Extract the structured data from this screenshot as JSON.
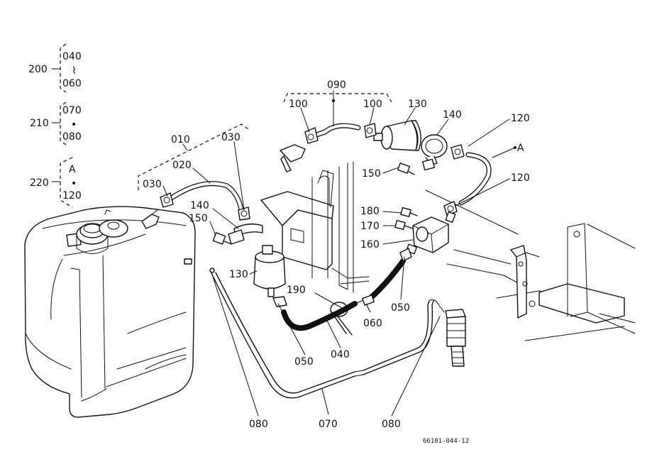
{
  "callouts": {
    "c040": "040",
    "c060": "060",
    "c070": "070",
    "c080": "080",
    "cA": "A",
    "c120": "120",
    "c200": "200",
    "c210": "210",
    "c220": "220",
    "tilde": "⌇",
    "dot": "•",
    "p090": "090",
    "p100a": "100",
    "p100b": "100",
    "p130a": "130",
    "p140a": "140",
    "p120a": "120",
    "pA": "A",
    "p150a": "150",
    "p120b": "120",
    "p180": "180",
    "p170": "170",
    "p160": "160",
    "p010": "010",
    "p030a": "030",
    "p020": "020",
    "p030b": "030",
    "p140b": "140",
    "p150b": "150",
    "p130b": "130",
    "p190": "190",
    "p050a": "050",
    "p060": "060",
    "p050b": "050",
    "p040": "040",
    "p080a": "080",
    "p070": "070",
    "p080b": "080"
  },
  "drawing_id": "66101-044-12"
}
